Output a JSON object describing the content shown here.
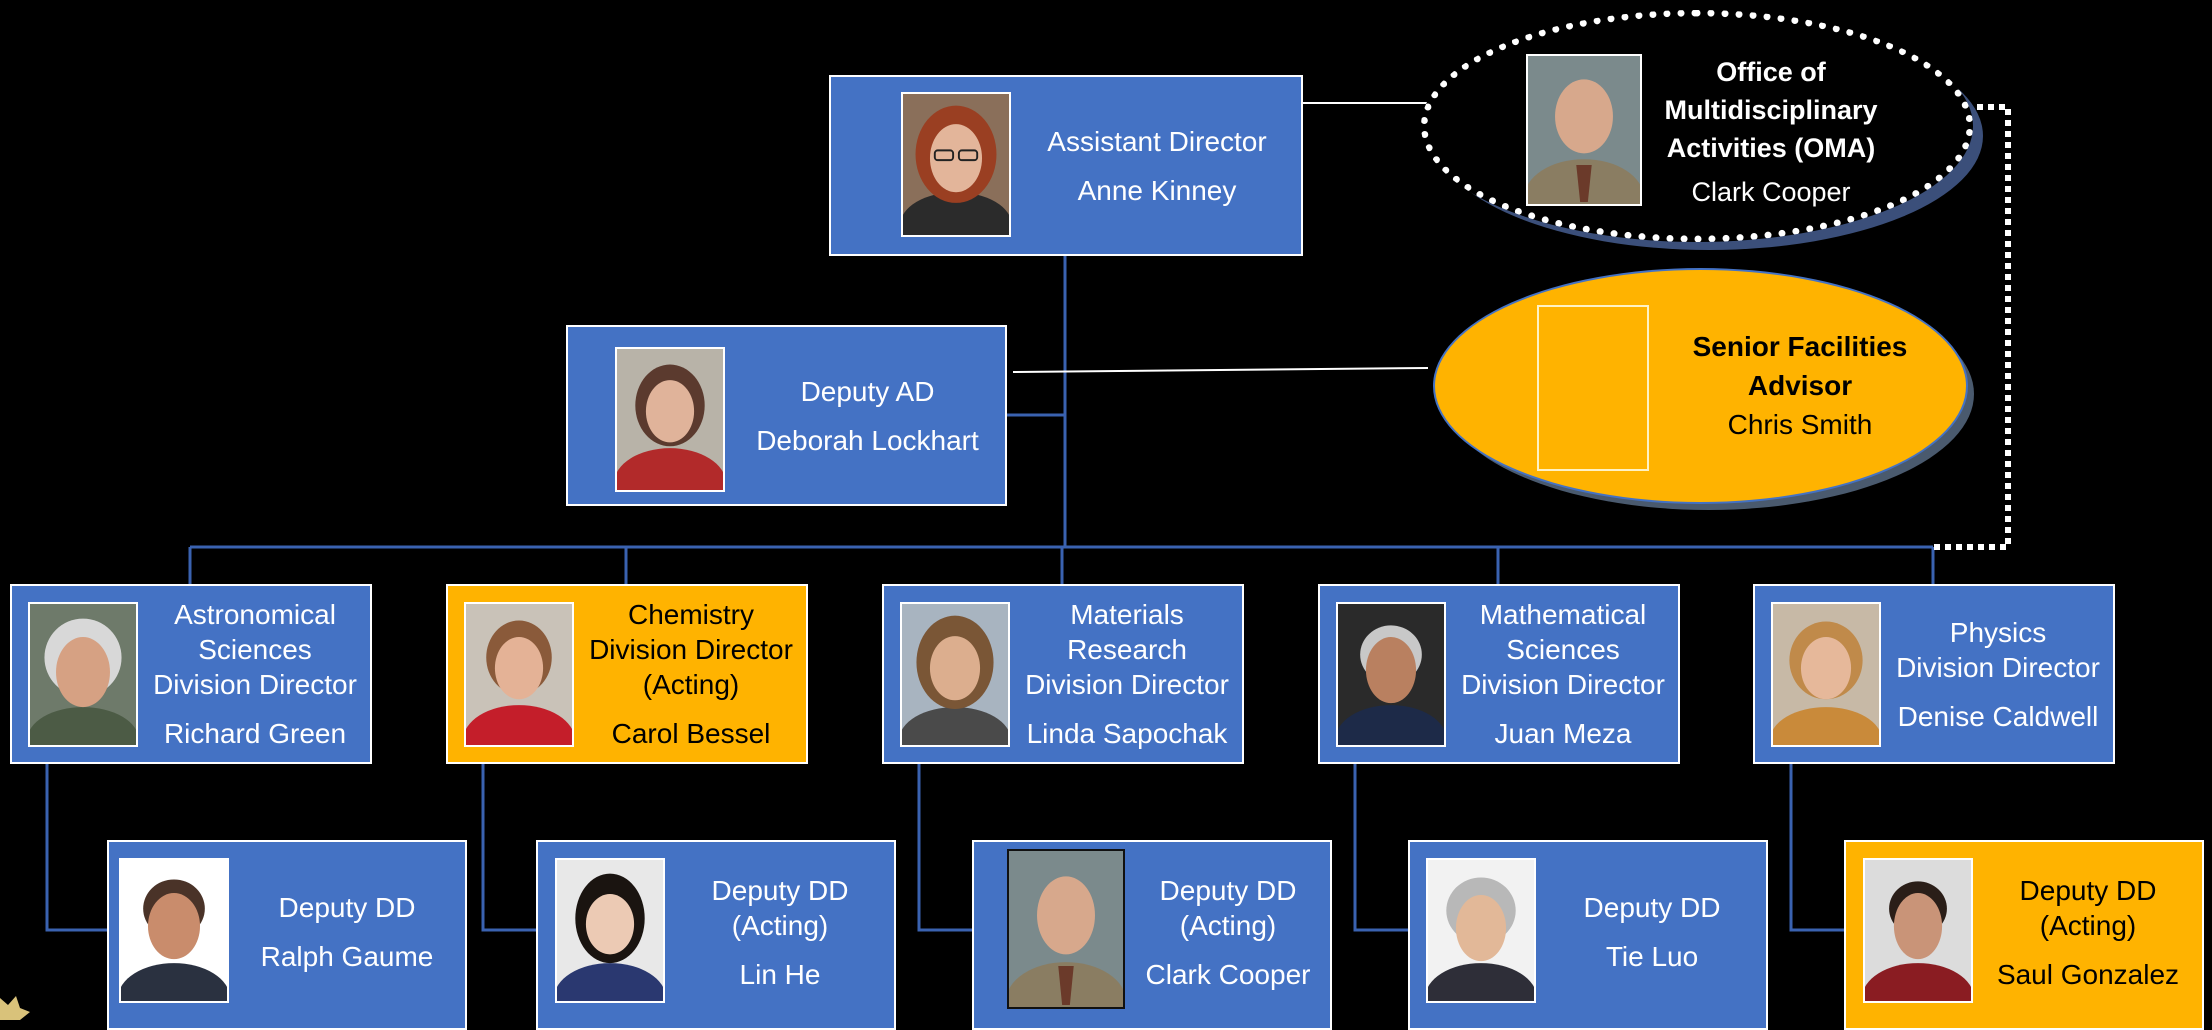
{
  "top": {
    "role": "Assistant Director",
    "name": "Anne Kinney"
  },
  "deputy": {
    "role": "Deputy AD",
    "name": "Deborah Lockhart"
  },
  "oma": {
    "title_line1": "Office of",
    "title_line2": "Multidisciplinary",
    "title_line3": "Activities (OMA)",
    "name": "Clark Cooper"
  },
  "sfa": {
    "title_line1": "Senior Facilities",
    "title_line2": "Advisor",
    "name": "Chris Smith"
  },
  "divisions": [
    {
      "lines": [
        "Astronomical",
        "Sciences",
        "Division Director"
      ],
      "name": "Richard Green",
      "acting": false
    },
    {
      "lines": [
        "Chemistry",
        "Division Director",
        "(Acting)"
      ],
      "name": "Carol Bessel",
      "acting": true
    },
    {
      "lines": [
        "Materials",
        "Research",
        "Division Director"
      ],
      "name": "Linda Sapochak",
      "acting": false
    },
    {
      "lines": [
        "Mathematical",
        "Sciences",
        "Division Director"
      ],
      "name": "Juan Meza",
      "acting": false
    },
    {
      "lines": [
        "Physics",
        "Division Director"
      ],
      "name": "Denise Caldwell",
      "acting": false
    }
  ],
  "deputies": [
    {
      "lines": [
        "Deputy DD"
      ],
      "name": "Ralph Gaume",
      "acting": false
    },
    {
      "lines": [
        "Deputy DD",
        "(Acting)"
      ],
      "name": "Lin He",
      "acting": false
    },
    {
      "lines": [
        "Deputy DD",
        "(Acting)"
      ],
      "name": "Clark Cooper",
      "acting": false
    },
    {
      "lines": [
        "Deputy DD"
      ],
      "name": "Tie Luo",
      "acting": false
    },
    {
      "lines": [
        "Deputy DD",
        "(Acting)"
      ],
      "name": "Saul Gonzalez",
      "acting": true
    }
  ],
  "colors": {
    "box_blue": "#4472c4",
    "acting_gold": "#ffb300",
    "background": "#000000",
    "line": "#2f5597"
  }
}
